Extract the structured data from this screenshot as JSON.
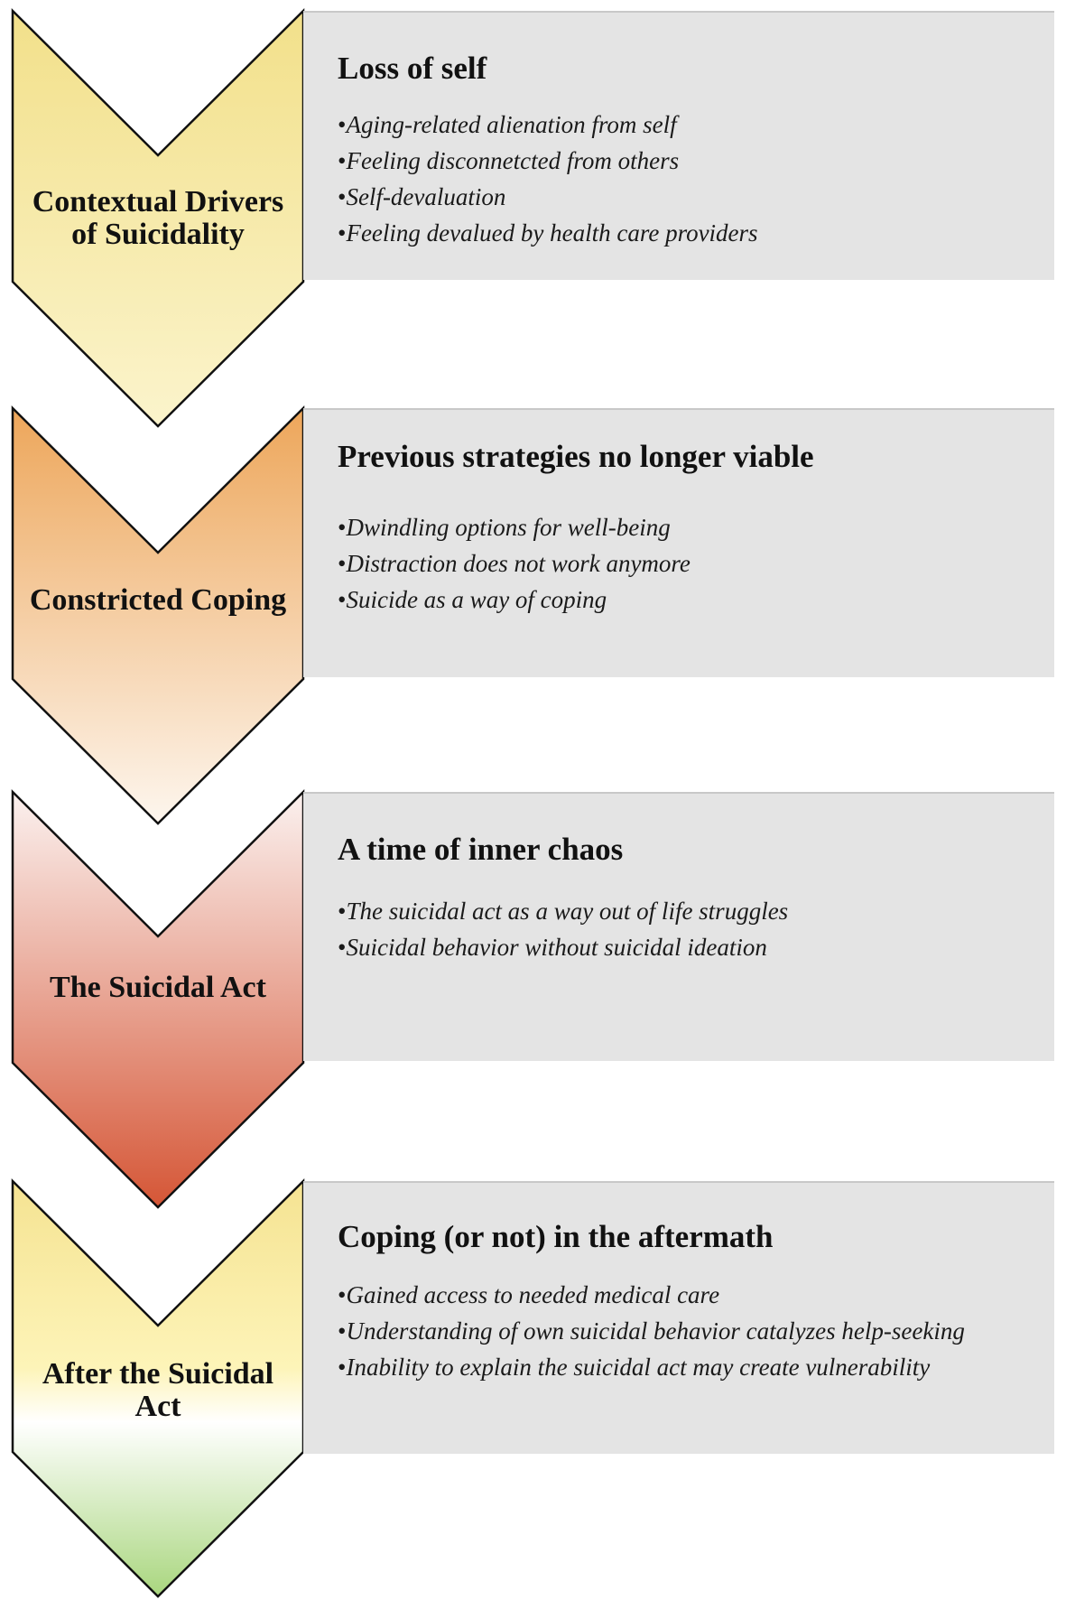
{
  "stages": [
    {
      "label": "Contextual Drivers of Suicidality",
      "label_lines": [
        "Contextual Drivers",
        "of Suicidality"
      ],
      "gradient": [
        "#f2e08a",
        "#fbf4cc"
      ],
      "title": "Loss of self",
      "bullets": [
        "Aging-related alienation from self",
        "Feeling disconnetcted from others",
        "Self-devaluation",
        "Feeling devalued by health care providers"
      ]
    },
    {
      "label": "Constricted Coping",
      "label_lines": [
        "Constricted Coping"
      ],
      "gradient": [
        "#eda65a",
        "#fdf6ee"
      ],
      "title": "Previous strategies no longer viable",
      "bullets": [
        "Dwindling options for well-being",
        "Distraction does not work anymore",
        "Suicide as a way of coping"
      ]
    },
    {
      "label": "The Suicidal Act",
      "label_lines": [
        "The Suicidal Act"
      ],
      "gradient": [
        "#fbf1ef",
        "#d55636"
      ],
      "title": "A time of inner chaos",
      "bullets": [
        "The suicidal act as a way out of life struggles",
        "Suicidal behavior without suicidal ideation"
      ]
    },
    {
      "label": "After the Suicidal Act",
      "label_lines": [
        "After the Suicidal",
        "Act"
      ],
      "gradient": [
        "#f5e392",
        "#a9d67e"
      ],
      "title": "Coping (or not) in the aftermath",
      "bullets": [
        "Gained access to needed medical care",
        "Understanding of own suicidal behavior catalyzes help-seeking",
        "Inability to explain the suicidal act may create vulnerability"
      ]
    }
  ],
  "colors": {
    "panel_bg": "#e4e4e4",
    "chevron_stroke": "#111111",
    "text": "#111111"
  }
}
